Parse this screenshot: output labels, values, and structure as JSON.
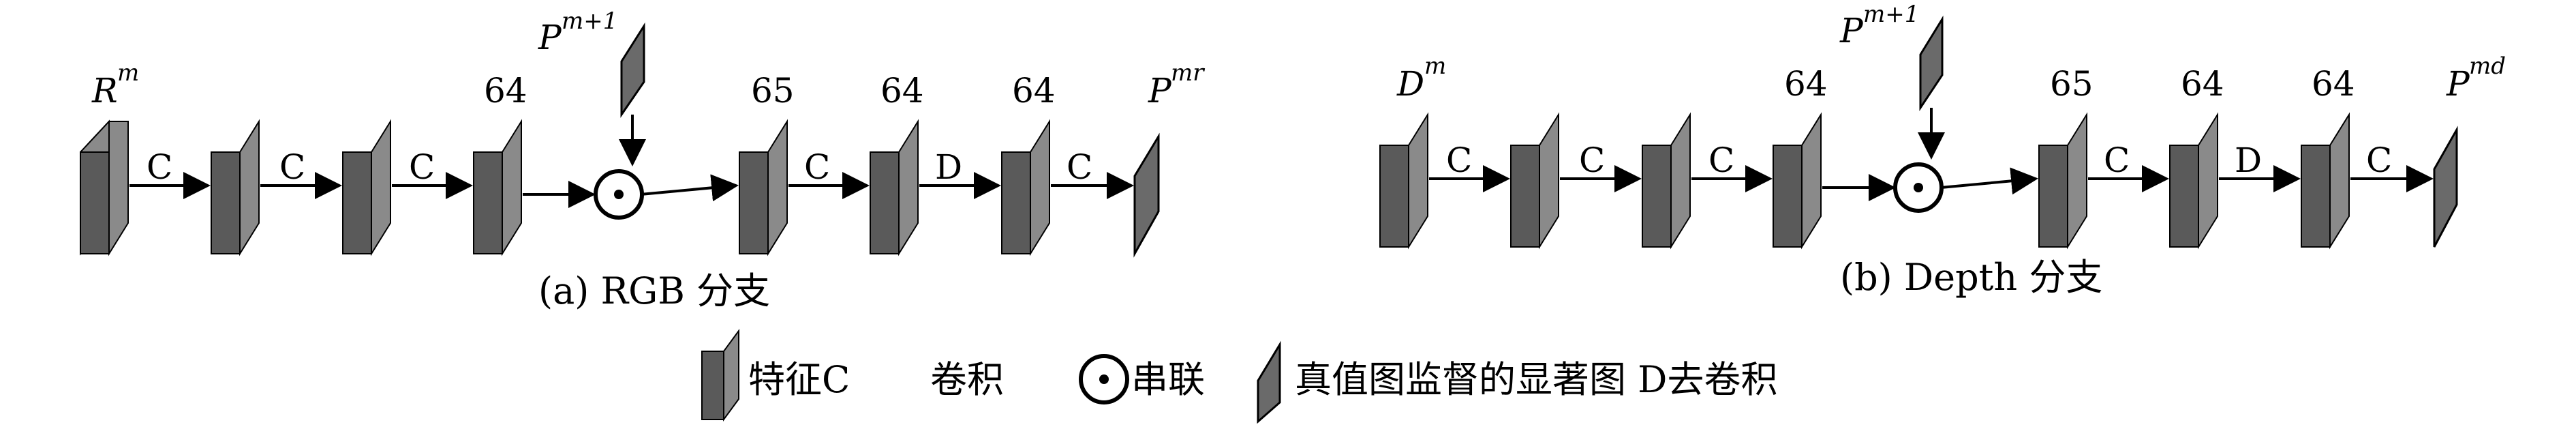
{
  "branch_rgb": {
    "input_label": "R",
    "input_sup": "m",
    "pool_label": "P",
    "pool_sup": "m+1",
    "output_label": "P",
    "output_sup": "mr",
    "channels": [
      "64",
      "65",
      "64",
      "64"
    ],
    "ops": [
      "C",
      "C",
      "C",
      "C",
      "D",
      "C"
    ],
    "caption": "(a) RGB 分支"
  },
  "branch_depth": {
    "input_label": "D",
    "input_sup": "m",
    "pool_label": "P",
    "pool_sup": "m+1",
    "output_label": "P",
    "output_sup": "md",
    "channels": [
      "64",
      "65",
      "64",
      "64"
    ],
    "ops": [
      "C",
      "C",
      "C",
      "C",
      "D",
      "C"
    ],
    "caption": "(b) Depth 分支"
  },
  "legend": {
    "feature_label": "特征C",
    "conv_label": "卷积",
    "concat_label": "串联",
    "saliency_label": "真值图监督的显著图 D去卷积"
  },
  "colors": {
    "block_front": "#5a5a5a",
    "block_side": "#8a8a8a",
    "block_top": "#b5b5b5",
    "stroke": "#000000"
  }
}
